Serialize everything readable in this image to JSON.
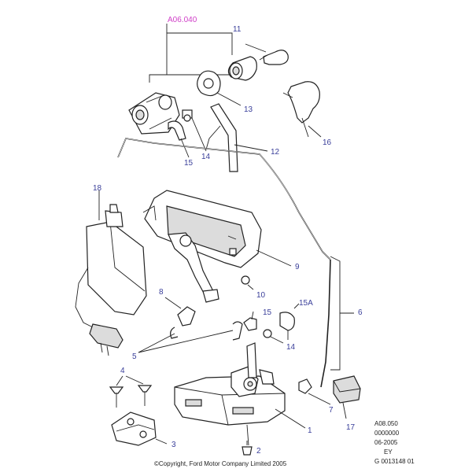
{
  "diagram": {
    "assembly_ref": "A06.040",
    "callouts": {
      "c11": "11",
      "c13": "13",
      "c16": "16",
      "c12": "12",
      "c14a": "14",
      "c15a": "15",
      "c18": "18",
      "c9": "9",
      "c10": "10",
      "c8": "8",
      "c15b": "15",
      "c15A": "15A",
      "c6": "6",
      "c14b": "14",
      "c5": "5",
      "c4": "4",
      "c1": "1",
      "c7": "7",
      "c17": "17",
      "c3": "3",
      "c2": "2"
    },
    "meta": {
      "line1": "A08.050",
      "line2": "0000000",
      "line3": "06-2005",
      "line4": "EY",
      "line5": "G 0013148 01"
    },
    "copyright": "©Copyright, Ford Motor Company Limited 2005"
  },
  "colors": {
    "callout": "#3a3f9a",
    "reference": "#d040c8",
    "line": "#222222"
  }
}
